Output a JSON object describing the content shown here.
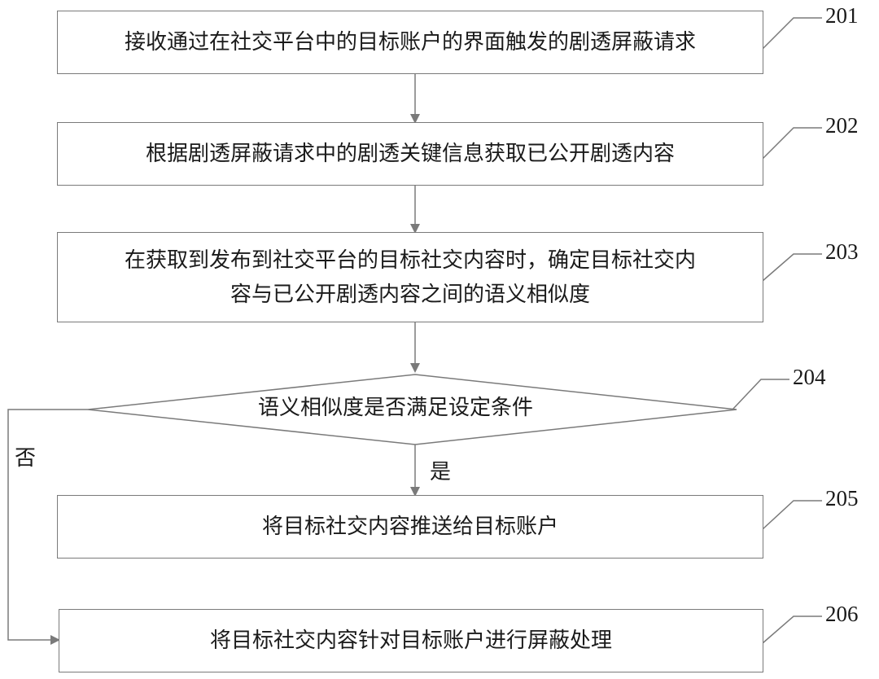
{
  "steps": {
    "s201": {
      "number": "201",
      "text": "接收通过在社交平台中的目标账户的界面触发的剧透屏蔽请求"
    },
    "s202": {
      "number": "202",
      "text": "根据剧透屏蔽请求中的剧透关键信息获取已公开剧透内容"
    },
    "s203": {
      "number": "203",
      "line1": "在获取到发布到社交平台的目标社交内容时，确定目标社交内",
      "line2": "容与已公开剧透内容之间的语义相似度"
    },
    "s204": {
      "number": "204",
      "text": "语义相似度是否满足设定条件"
    },
    "s205": {
      "number": "205",
      "text": "将目标社交内容推送给目标账户"
    },
    "s206": {
      "number": "206",
      "text": "将目标社交内容针对目标账户进行屏蔽处理"
    }
  },
  "branches": {
    "yes": "是",
    "no": "否"
  },
  "colors": {
    "stroke": "#7a7a7a",
    "text": "#1a1a1a",
    "background": "#ffffff"
  }
}
